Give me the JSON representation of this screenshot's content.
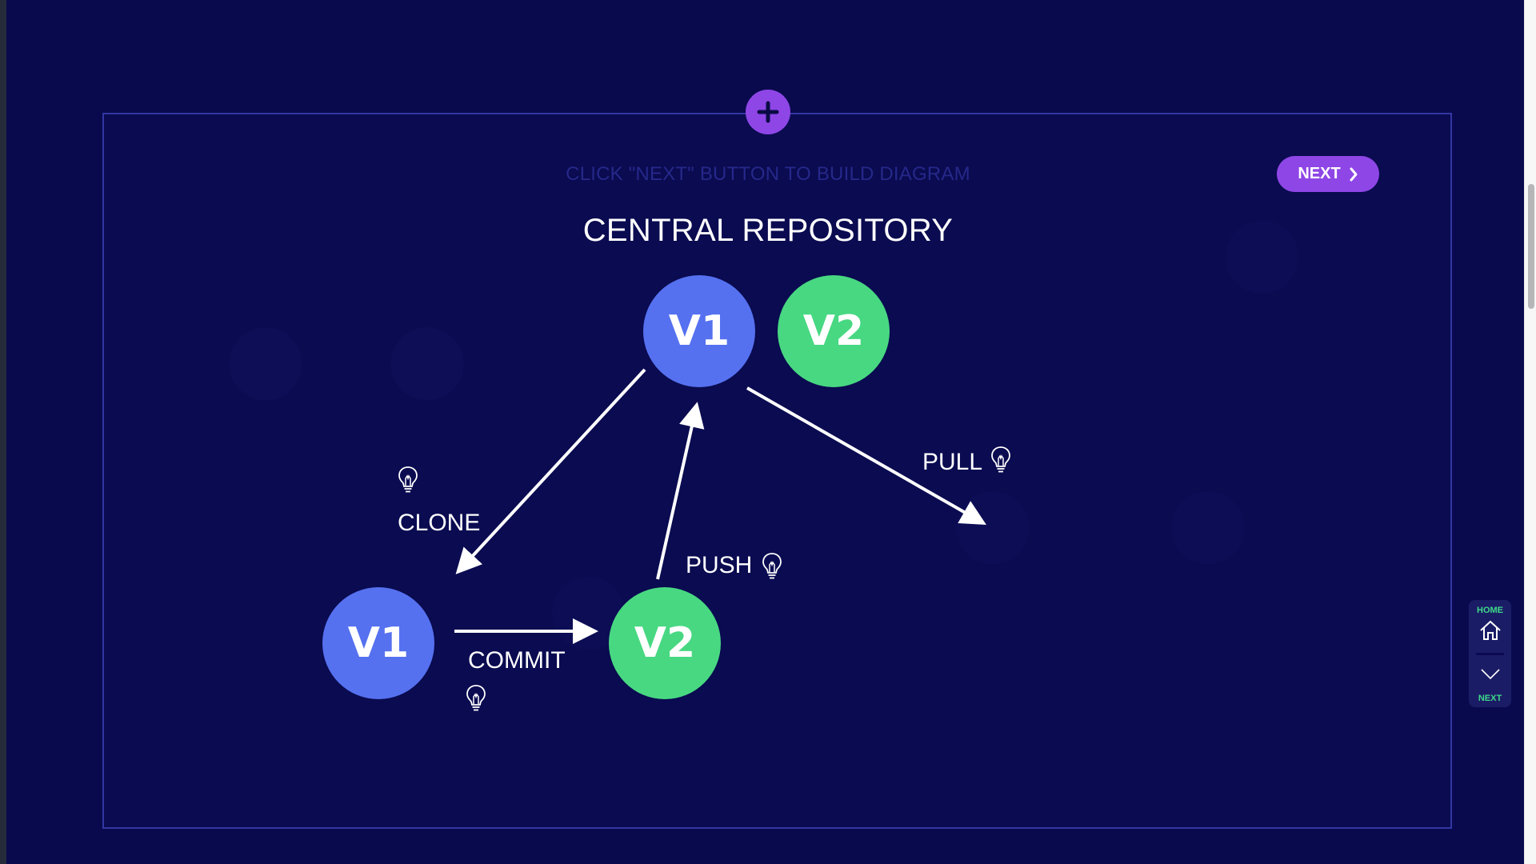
{
  "header": {
    "add_button_icon": "plus-icon",
    "instruction": "CLICK \"NEXT\" BUTTON TO BUILD DIAGRAM",
    "next_button_label": "NEXT",
    "next_button_icon": "chevron-right-icon"
  },
  "diagram": {
    "title": "CENTRAL REPOSITORY",
    "central_nodes": [
      {
        "label": "V1",
        "color": "#5571f0"
      },
      {
        "label": "V2",
        "color": "#48d882"
      }
    ],
    "local_nodes": [
      {
        "label": "V1",
        "color": "#5571f0"
      },
      {
        "label": "V2",
        "color": "#48d882"
      }
    ],
    "edges": [
      {
        "label": "CLONE",
        "from": "central V1",
        "to": "local V1",
        "hint_icon": "lightbulb-icon"
      },
      {
        "label": "COMMIT",
        "from": "local V1",
        "to": "local V2",
        "hint_icon": "lightbulb-icon"
      },
      {
        "label": "PUSH",
        "from": "local V2",
        "to": "central V1",
        "hint_icon": "lightbulb-icon"
      },
      {
        "label": "PULL",
        "from": "central V1",
        "to": "",
        "hint_icon": "lightbulb-icon"
      }
    ]
  },
  "side_nav": {
    "home_label": "HOME",
    "home_icon": "home-icon",
    "next_label": "NEXT",
    "next_icon": "chevron-down-icon"
  },
  "colors": {
    "background": "#090a4e",
    "accent": "#8e46e6",
    "nav_label": "#3ed98a",
    "frame_border": "#3236a3"
  }
}
